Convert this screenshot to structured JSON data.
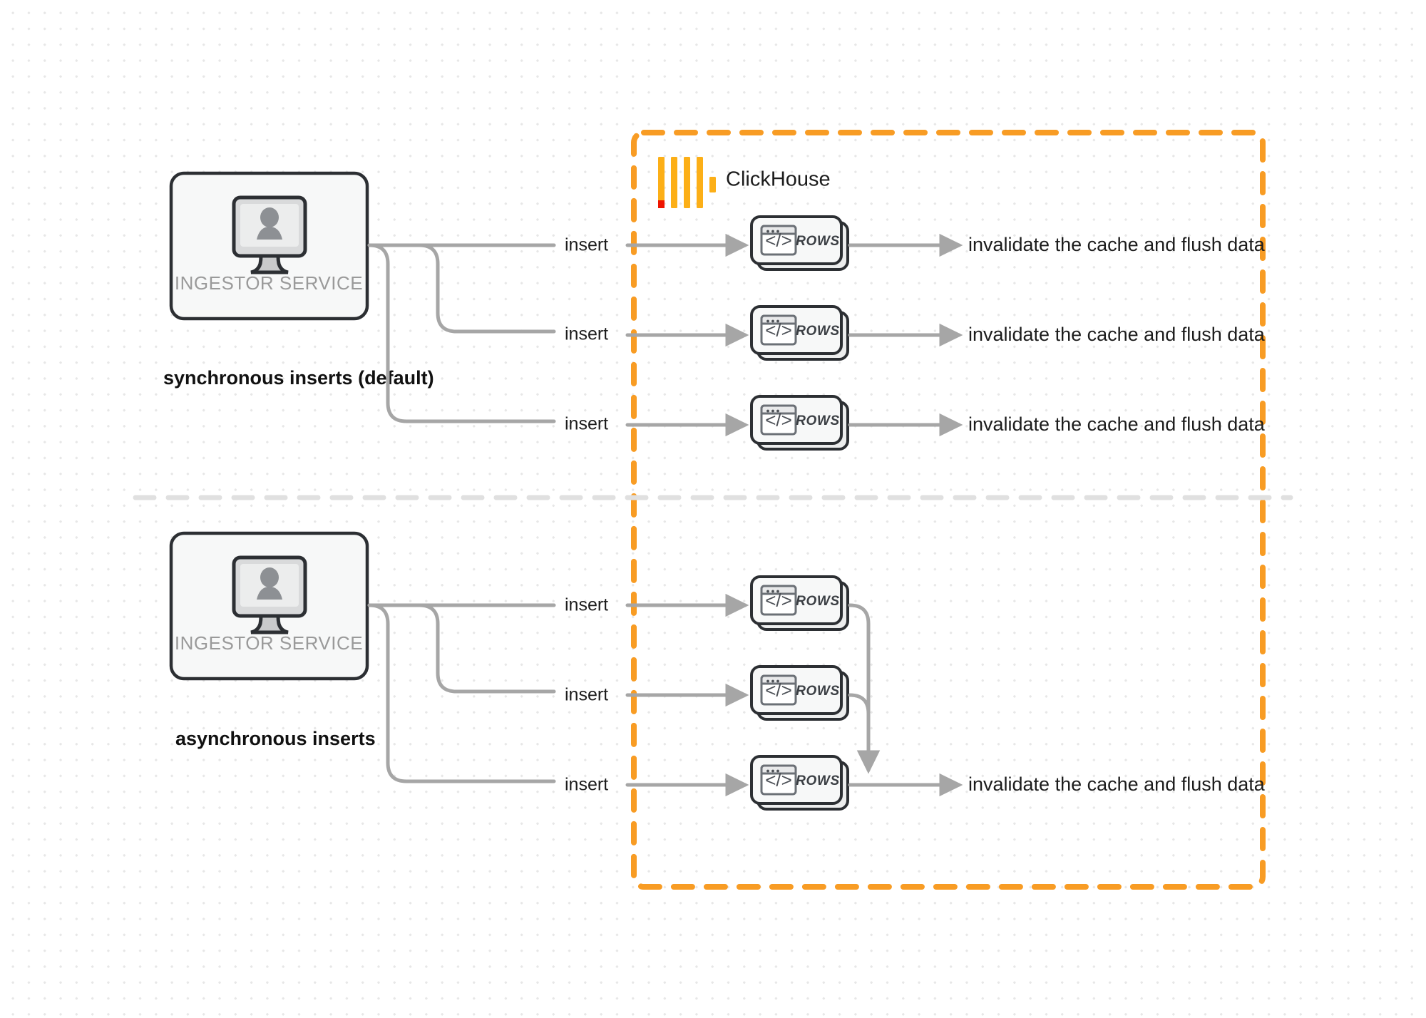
{
  "meta": {
    "title": "ClickHouse synchronous vs asynchronous inserts"
  },
  "clickhouse": {
    "brand_label": "ClickHouse",
    "logo_icon": "clickhouse-logo-icon",
    "border_color": "#f89c24"
  },
  "divider": {
    "color": "#e0e0e0"
  },
  "sections": [
    {
      "id": "synchronous",
      "mode_label": "synchronous inserts (default)",
      "service": {
        "label": "INGESTOR SERVICE",
        "icon": "monitor-user-icon"
      },
      "edges": [
        {
          "label": "insert"
        },
        {
          "label": "insert"
        },
        {
          "label": "insert"
        }
      ],
      "nodes": [
        {
          "label": "ROWS",
          "icon": "code-window-icon"
        },
        {
          "label": "ROWS",
          "icon": "code-window-icon"
        },
        {
          "label": "ROWS",
          "icon": "code-window-icon"
        }
      ],
      "outputs": [
        {
          "label": "invalidate the cache and flush data"
        },
        {
          "label": "invalidate the cache and flush data"
        },
        {
          "label": "invalidate the cache and flush data"
        }
      ]
    },
    {
      "id": "asynchronous",
      "mode_label": "asynchronous inserts",
      "service": {
        "label": "INGESTOR SERVICE",
        "icon": "monitor-user-icon"
      },
      "edges": [
        {
          "label": "insert"
        },
        {
          "label": "insert"
        },
        {
          "label": "insert"
        }
      ],
      "nodes": [
        {
          "label": "ROWS",
          "icon": "code-window-icon"
        },
        {
          "label": "ROWS",
          "icon": "code-window-icon"
        },
        {
          "label": "ROWS",
          "icon": "code-window-icon"
        }
      ],
      "outputs": [
        {
          "label": "invalidate the cache and flush data"
        }
      ]
    }
  ],
  "colors": {
    "edge": "#a6a6a6",
    "node_border": "#2c2f33",
    "node_fill": "#f7f8f8",
    "text": "#1c1c1c",
    "muted_text": "#9a9a9a",
    "accent_orange": "#f89c24",
    "accent_red": "#ef1400"
  }
}
